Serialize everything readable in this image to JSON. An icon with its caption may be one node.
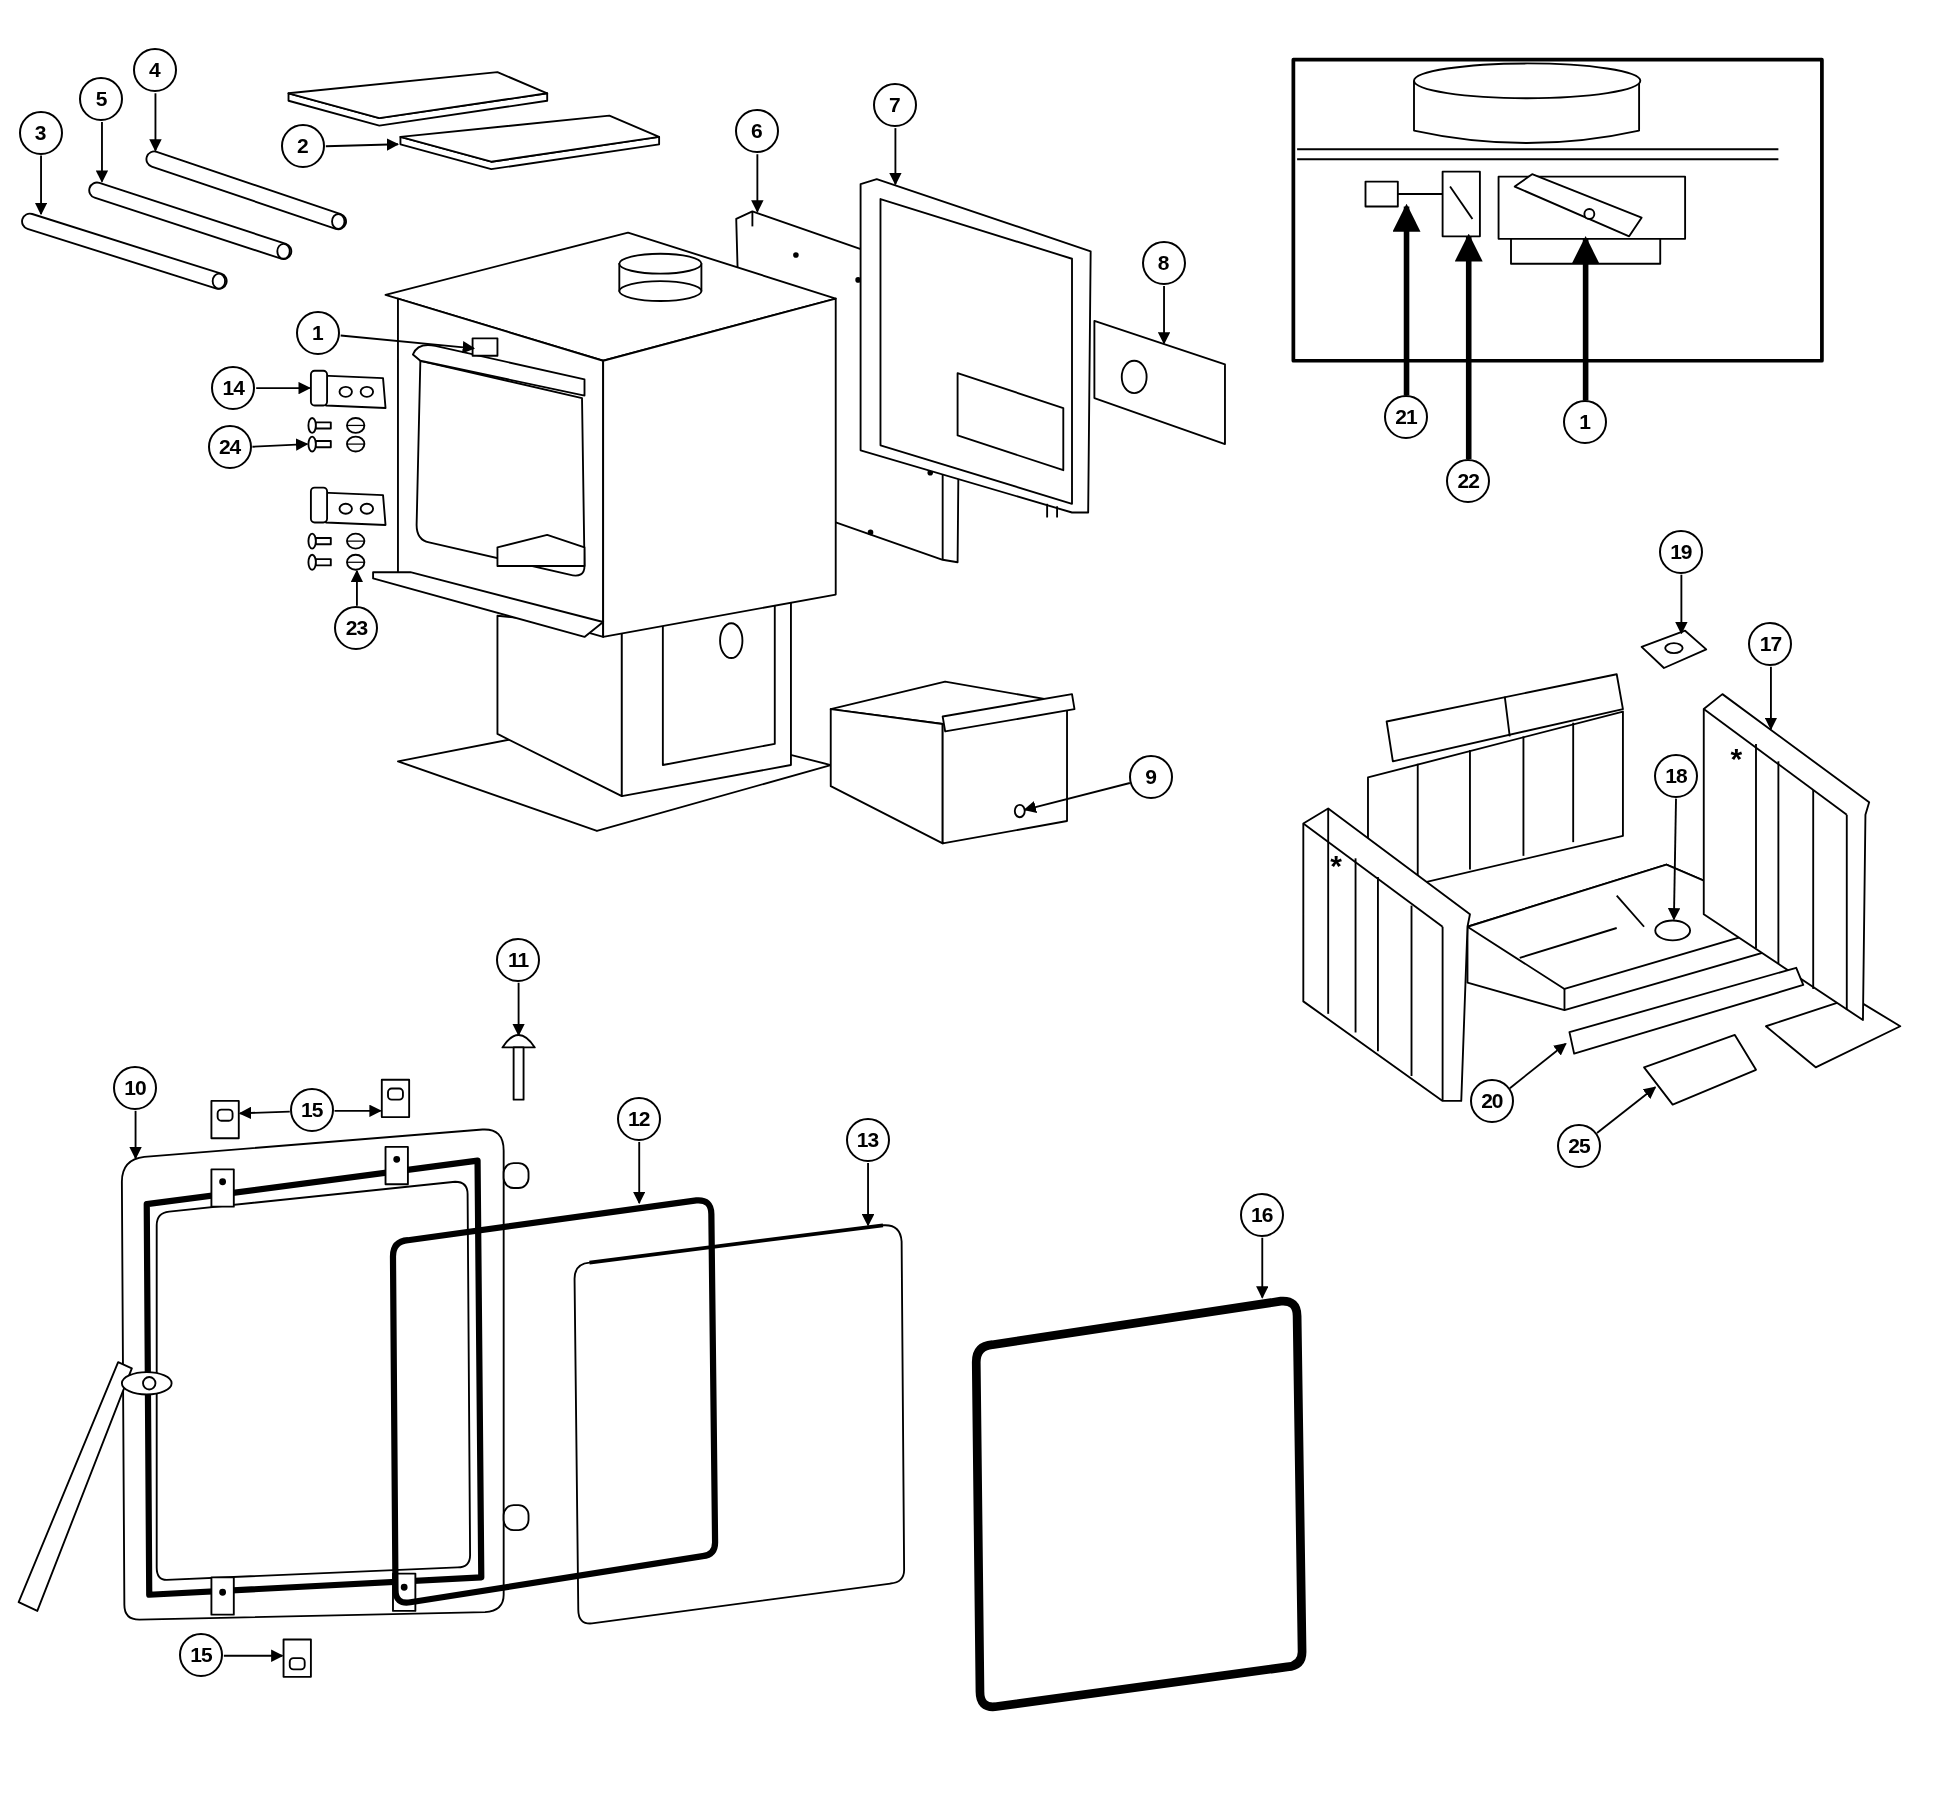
{
  "diagram": {
    "nodes": [
      {
        "text": [
          "3"
        ]
      },
      {
        "text": [
          "5"
        ]
      },
      {
        "text": [
          "4"
        ]
      },
      {
        "text": [
          "2"
        ]
      },
      {
        "text": [
          "6"
        ]
      },
      {
        "text": [
          "7"
        ]
      },
      {
        "text": [
          "8"
        ]
      },
      {
        "text": [
          "1"
        ]
      },
      {
        "text": [
          "14"
        ]
      },
      {
        "text": [
          "24"
        ]
      },
      {
        "text": [
          "23"
        ]
      },
      {
        "text": [
          "9"
        ]
      },
      {
        "text": [
          "21"
        ]
      },
      {
        "text": [
          "22"
        ]
      },
      {
        "text": [
          "1"
        ]
      },
      {
        "text": [
          "19"
        ]
      },
      {
        "text": [
          "17"
        ]
      },
      {
        "text": [
          "18"
        ]
      },
      {
        "text": [
          "20"
        ]
      },
      {
        "text": [
          "25"
        ]
      },
      {
        "text": [
          "11"
        ]
      },
      {
        "text": [
          "10"
        ]
      },
      {
        "text": [
          "15"
        ]
      },
      {
        "text": [
          "12"
        ]
      },
      {
        "text": [
          "13"
        ]
      },
      {
        "text": [
          "16"
        ]
      },
      {
        "text": [
          "15"
        ]
      },
      {
        "text": [],
        "shape": "picture"
      },
      {
        "text": [],
        "shape": "picture"
      },
      {
        "text": [],
        "shape": "picture"
      },
      {
        "text": [],
        "shape": "picture"
      },
      {
        "text": [],
        "shape": "picture"
      },
      {
        "text": [],
        "shape": "picture"
      },
      {
        "text": [],
        "shape": "picture"
      },
      {
        "text": [],
        "shape": "box"
      },
      {
        "text": [],
        "shape": "picture"
      },
      {
        "text": [],
        "shape": "picture"
      },
      {
        "text": [],
        "shape": "picture"
      },
      {
        "text": [],
        "shape": "picture"
      },
      {
        "text": [],
        "shape": "picture"
      },
      {
        "text": [],
        "shape": "picture"
      },
      {
        "text": [],
        "shape": "picture"
      },
      {
        "text": [],
        "shape": "picture"
      },
      {
        "text": [],
        "shape": "picture"
      },
      {
        "text": [],
        "shape": "circle"
      },
      {
        "text": [],
        "shape": "bar"
      },
      {
        "text": [],
        "shape": "picture"
      },
      {
        "text": [],
        "shape": "picture"
      },
      {
        "text": [],
        "shape": "picture"
      },
      {
        "text": [],
        "shape": "picture"
      },
      {
        "text": [],
        "shape": "picture"
      },
      {
        "text": [],
        "shape": "picture"
      },
      {
        "text": [],
        "shape": "picture"
      },
      {
        "text": [],
        "shape": "picture"
      },
      {
        "text": [],
        "shape": "picture"
      }
    ],
    "edges": [
      {
        "from": 0,
        "to": 27,
        "arrow": "to"
      },
      {
        "from": 1,
        "to": 28,
        "arrow": "to"
      },
      {
        "from": 2,
        "to": 29,
        "arrow": "to"
      },
      {
        "from": 3,
        "to": 30,
        "arrow": "to"
      },
      {
        "from": 4,
        "to": 31,
        "arrow": "to"
      },
      {
        "from": 5,
        "to": 32,
        "arrow": "to"
      },
      {
        "from": 6,
        "to": 33,
        "arrow": "to"
      },
      {
        "from": 7,
        "to": 34,
        "arrow": "to"
      },
      {
        "from": 8,
        "to": 35,
        "arrow": "to"
      },
      {
        "from": 9,
        "to": 36,
        "arrow": "to"
      },
      {
        "from": 10,
        "to": 37,
        "arrow": "to"
      },
      {
        "from": 11,
        "to": 38,
        "arrow": "to"
      },
      {
        "from": 12,
        "to": 39,
        "arrow": "to",
        "style": "thick"
      },
      {
        "from": 13,
        "to": 40,
        "arrow": "to",
        "style": "thick"
      },
      {
        "from": 14,
        "to": 41,
        "arrow": "to",
        "style": "thick"
      },
      {
        "from": 15,
        "to": 42,
        "arrow": "to"
      },
      {
        "from": 16,
        "to": 43,
        "arrow": "to"
      },
      {
        "from": 17,
        "to": 44,
        "arrow": "to"
      },
      {
        "from": 18,
        "to": 45,
        "arrow": "to"
      },
      {
        "from": 19,
        "to": 46,
        "arrow": "to"
      },
      {
        "from": 20,
        "to": 47,
        "arrow": "to"
      },
      {
        "from": 21,
        "to": 48,
        "arrow": "to"
      },
      {
        "from": 22,
        "to": 49,
        "arrow": "to"
      },
      {
        "from": 22,
        "to": 50,
        "arrow": "to"
      },
      {
        "from": 23,
        "to": 51,
        "arrow": "to"
      },
      {
        "from": 24,
        "to": 52,
        "arrow": "to"
      },
      {
        "from": 25,
        "to": 53,
        "arrow": "to"
      },
      {
        "from": 26,
        "to": 54,
        "arrow": "to"
      }
    ],
    "labels": [
      "*",
      "*"
    ]
  }
}
